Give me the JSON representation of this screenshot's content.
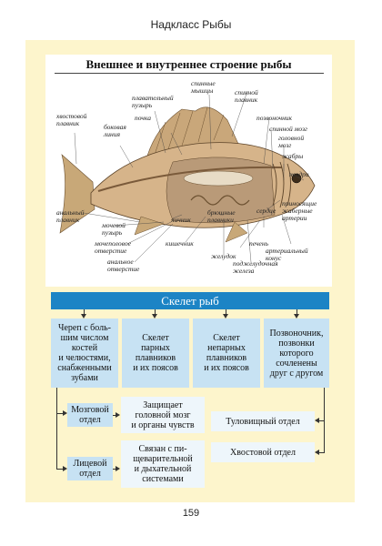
{
  "header": "Надкласс Рыбы",
  "figure": {
    "title": "Внешнее и внутреннее строение рыбы",
    "labels": {
      "spinal_muscles": "спинные\nмышцы",
      "swim_bladder": "плавательный\nпузырь",
      "dorsal_fins": "спинной\nплавник",
      "tail_fin": "хвостовой\nплавник",
      "kidney": "почка",
      "lateral_line": "боковая\nлиния",
      "spine": "позвоночник",
      "spinal_cord": "спинной мозг",
      "brain": "головной\nмозг",
      "gills": "жабры",
      "nostrils": "ноздри",
      "gill_arteries": "приносящие\nжаберные\nартерии",
      "heart": "сердце",
      "anal_fin": "анальный\nплавник",
      "urinary_bladder": "мочевой\nпузырь",
      "ovary": "яичник",
      "abdominal_fins": "брюшные\nплавники",
      "urinary_opening": "мочеполовое\nотверстие",
      "intestine": "кишечник",
      "liver": "печень",
      "arterial_cone": "артериальный\nконус",
      "anal_opening": "анальное\nотверстие",
      "stomach": "желудок",
      "pancreas": "поджелудочная\nжелеза"
    }
  },
  "scheme": {
    "title": "Скелет рыб",
    "skull": "Череп с боль-\nшим числом\nкостей\nи челюстями,\nснабженными\nзубами",
    "paired": "Скелет\nпарных\nплавников\nи их поясов",
    "unpaired": "Скелет\nнепарных\nплавников\nи их поясов",
    "spine": "Позвоночник,\nпозвонки\nкоторого\nсочленены\nдруг с другом",
    "brain_section": "Мозговой\nотдел",
    "brain_desc": "Защищает\nголовной мозг\nи органы чувств",
    "facial_section": "Лицевой\nотдел",
    "facial_desc": "Связан с пи-\nщеварительной\nи дыхательной\nсистемами",
    "trunk_section": "Туловищный отдел",
    "tail_section": "Хвостовой отдел"
  },
  "page_number": "159",
  "colors": {
    "banner": "#1c84c5",
    "box": "#c7e2f3",
    "sheet": "#fdf5cc"
  }
}
